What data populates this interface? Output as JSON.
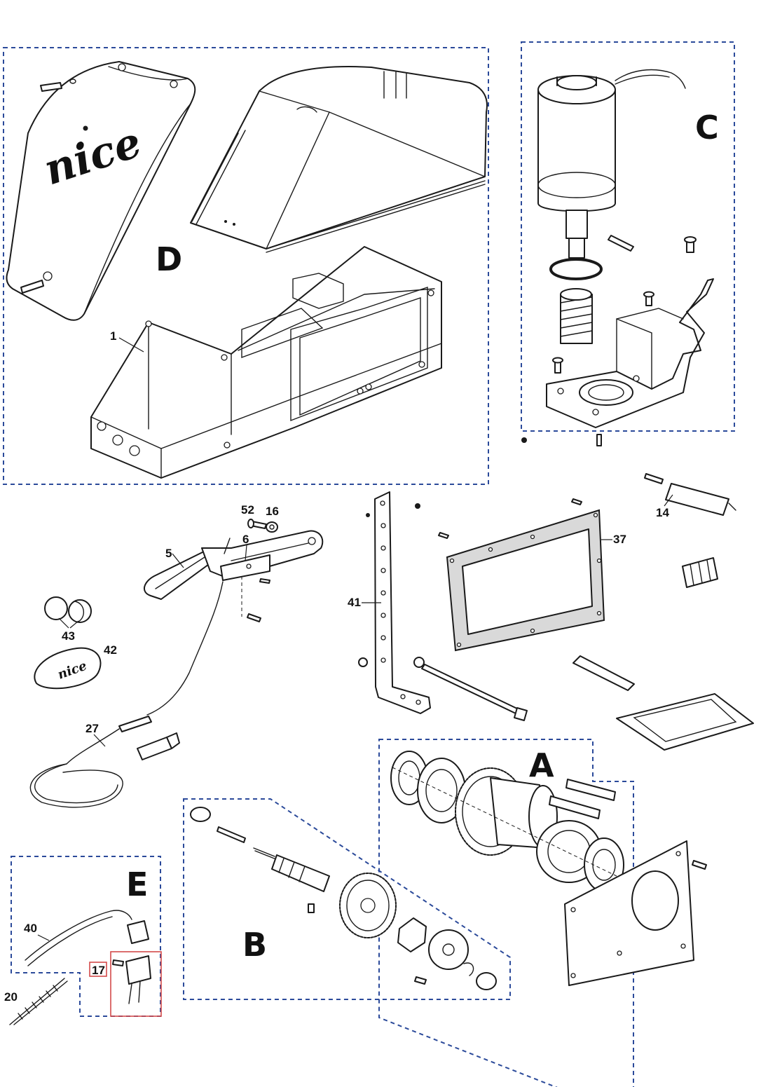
{
  "group_letters": {
    "a": "A",
    "b": "B",
    "c": "C",
    "d": "D",
    "e": "E"
  },
  "part_numbers": {
    "p1": "1",
    "p5": "5",
    "p6": "6",
    "p14": "14",
    "p16": "16",
    "p17": "17",
    "p20": "20",
    "p27": "27",
    "p37": "37",
    "p40": "40",
    "p41": "41",
    "p42": "42",
    "p43": "43",
    "p52": "52"
  },
  "brand_marks": {
    "cover": "nice",
    "tag": "nice"
  },
  "colors": {
    "group_outline": "#2b4a9a",
    "highlight": "#d44a4a",
    "ink": "#1a1a1a"
  }
}
